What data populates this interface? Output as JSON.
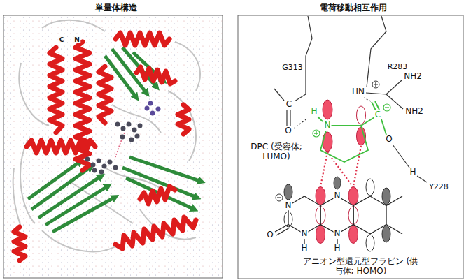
{
  "diagram": {
    "nodes": [
      {
        "text": [
          "単量体構造"
        ]
      },
      {
        "text": [
          "電荷移動相互作用"
        ]
      }
    ],
    "labels": [
      "C",
      "N",
      "G313",
      "R283",
      "NH2",
      "HN",
      "C",
      "NH2",
      "H",
      "C",
      "O",
      "N",
      "O",
      "DPC (受容体; LUMO)",
      "H",
      "Y228",
      "N",
      "O",
      "N",
      "N",
      "H",
      "N",
      "H",
      "アニオン型還元型フラビン (供与体; HOMO)"
    ]
  }
}
